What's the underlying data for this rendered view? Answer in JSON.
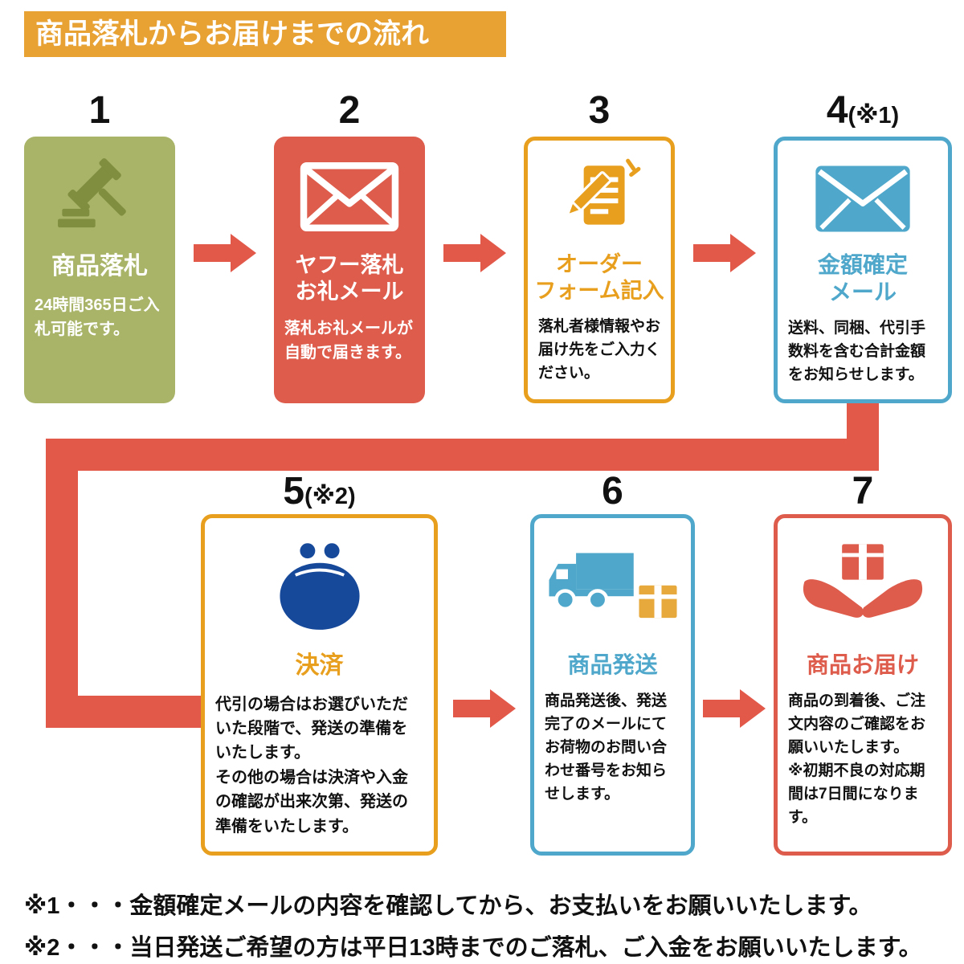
{
  "header": {
    "title": "商品落札からお届けまでの流れ"
  },
  "colors": {
    "banner_orange": "#E8A133",
    "card_green": "#A9B469",
    "card_red": "#DD5C4C",
    "card_orange": "#E89F1E",
    "card_blue": "#4FA8CB",
    "purse_navy": "#17499B",
    "arrow_red": "#E2594A",
    "gavel_olive": "#7F8E3F",
    "box_orange": "#E8A93C",
    "text_dark": "#111111"
  },
  "steps": [
    {
      "number": "1",
      "suffix": "",
      "icon": "gavel-icon",
      "style": "solid-green",
      "title": "商品落札",
      "body": "24時間365日ご入札可能です。"
    },
    {
      "number": "2",
      "suffix": "",
      "icon": "mail-outline-icon",
      "style": "solid-red",
      "title": "ヤフー落札\nお礼メール",
      "body": "落札お礼メールが自動で届きます。"
    },
    {
      "number": "3",
      "suffix": "",
      "icon": "order-form-icon",
      "style": "outline-orange",
      "title": "オーダー\nフォーム記入",
      "body": "落札者様情報やお届け先をご入力ください。"
    },
    {
      "number": "4",
      "suffix": "(※1)",
      "icon": "mail-icon",
      "style": "outline-blue",
      "title": "金額確定\nメール",
      "body": "送料、同梱、代引手数料を含む合計金額をお知らせします。"
    },
    {
      "number": "5",
      "suffix": "(※2)",
      "icon": "coin-purse-icon",
      "style": "outline-orange",
      "title": "決済",
      "body": "代引の場合はお選びいただいた段階で、発送の準備をいたします。\nその他の場合は決済や入金の確認が出来次第、発送の準備をいたします。"
    },
    {
      "number": "6",
      "suffix": "",
      "icon": "delivery-truck-icon",
      "style": "outline-blue",
      "title": "商品発送",
      "body": "商品発送後、発送完了のメールにてお荷物のお問い合わせ番号をお知らせします。"
    },
    {
      "number": "7",
      "suffix": "",
      "icon": "hands-package-icon",
      "style": "outline-red",
      "title": "商品お届け",
      "body": "商品の到着後、ご注文内容のご確認をお願いいたします。\n※初期不良の対応期間は7日間になります。"
    }
  ],
  "notes": [
    "※1・・・金額確定メールの内容を確認してから、お支払いをお願いいたします。",
    "※2・・・当日発送ご希望の方は平日13時までのご落札、ご入金をお願いいたします。"
  ]
}
